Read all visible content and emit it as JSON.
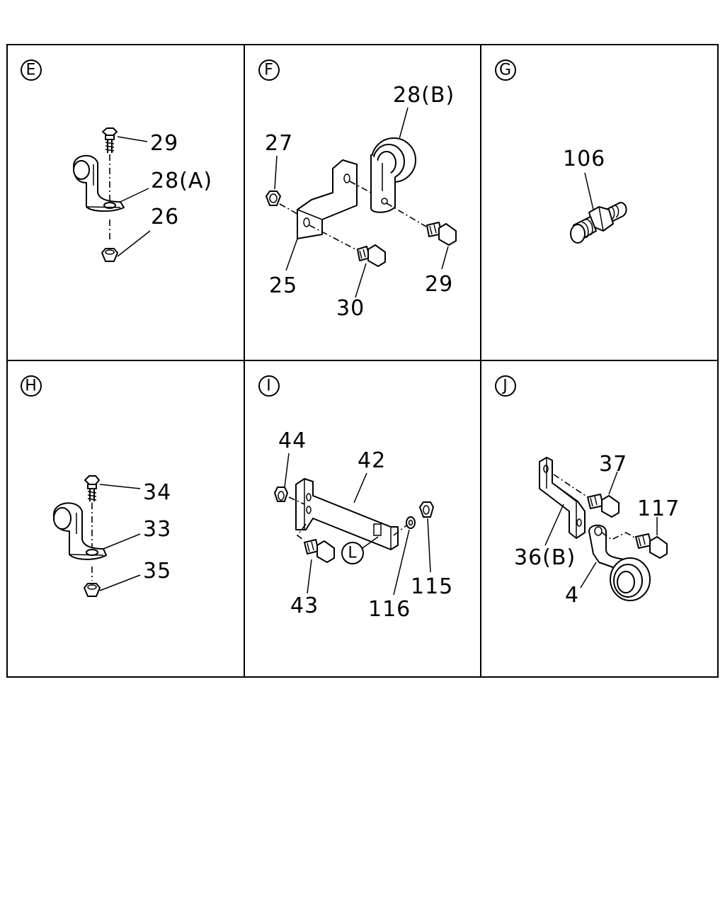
{
  "panels": [
    {
      "id": "E",
      "letter": "E",
      "labels": [
        "29",
        "28(A)",
        "26"
      ]
    },
    {
      "id": "F",
      "letter": "F",
      "labels": [
        "28(B)",
        "27",
        "25",
        "30",
        "29"
      ]
    },
    {
      "id": "G",
      "letter": "G",
      "labels": [
        "106"
      ]
    },
    {
      "id": "H",
      "letter": "H",
      "labels": [
        "34",
        "33",
        "35"
      ]
    },
    {
      "id": "I",
      "letter": "I",
      "labels": [
        "44",
        "42",
        "115",
        "43",
        "116"
      ],
      "ref_marker": "L"
    },
    {
      "id": "J",
      "letter": "J",
      "labels": [
        "37",
        "117",
        "36(B)",
        "4"
      ]
    }
  ]
}
